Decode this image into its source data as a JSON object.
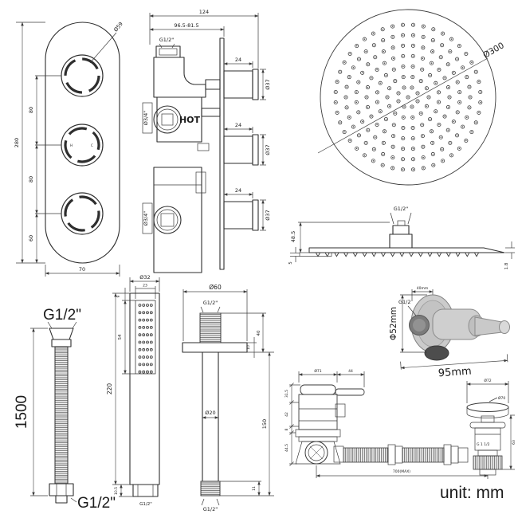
{
  "unit_note": "unit: mm",
  "trim_plate": {
    "overall_height": "280",
    "knob_pitch_upper": "80",
    "knob_pitch_lower": "80",
    "bottom_offset": "60",
    "plate_width": "70",
    "knob_diameter": "Ø59",
    "hot_mark": "H",
    "cold_mark": "C"
  },
  "valve": {
    "overall_width": "124",
    "depth_range": "96.5-81.5",
    "top_port_thread": "G1/2\"",
    "hot_label": "HOT",
    "side_port_thread": "Ø3/4\"",
    "knob_length": "24",
    "knob_diameter": "Ø37"
  },
  "overhead_top": {
    "diameter": "Ø300",
    "nozzle_rings": [
      {
        "r": 0,
        "count": 1
      },
      {
        "r": 13,
        "count": 8
      },
      {
        "r": 26,
        "count": 14
      },
      {
        "r": 39,
        "count": 20
      },
      {
        "r": 52,
        "count": 26
      },
      {
        "r": 65,
        "count": 32
      },
      {
        "r": 78,
        "count": 38
      },
      {
        "r": 91,
        "count": 44
      }
    ]
  },
  "overhead_side": {
    "thread": "G1/2\"",
    "connector_height": "48.5",
    "edge_height": "5",
    "panel_thickness": "1.8"
  },
  "hose": {
    "top_thread": "G1/2\"",
    "length": "1500",
    "bottom_thread": "G1/2\""
  },
  "handset": {
    "head_diameter": "Ø32",
    "face_width": "23",
    "face_top_offset": "9",
    "face_length": "54",
    "overall_length": "220",
    "connector_length": "10.5",
    "thread": "G1/2\"",
    "spray_grid": {
      "cols": 4,
      "rows": 10
    }
  },
  "arm": {
    "flange_diameter": "Ø60",
    "top_thread": "G1/2\"",
    "top_length": "40",
    "flange_thickness": "10",
    "pipe_diameter": "Ø20",
    "drop_length": "150",
    "bottom_thread_length": "11",
    "bottom_thread": "G1/2\""
  },
  "outlet_elbow": {
    "projection": "40mm",
    "thread": "G1/2",
    "plate_diameter": "Φ52mm",
    "length": "95mm"
  },
  "bath_waste": {
    "filler_diameter": "Ø71",
    "lever_length": "44",
    "left_dims": [
      "31.5",
      "42",
      "8",
      "44.5"
    ],
    "cap_diameter": "Ø72",
    "plug_diameter": "Ø70",
    "thread": "G 1 1/2",
    "body_height": "63",
    "hose_length": "700(MAX)"
  }
}
